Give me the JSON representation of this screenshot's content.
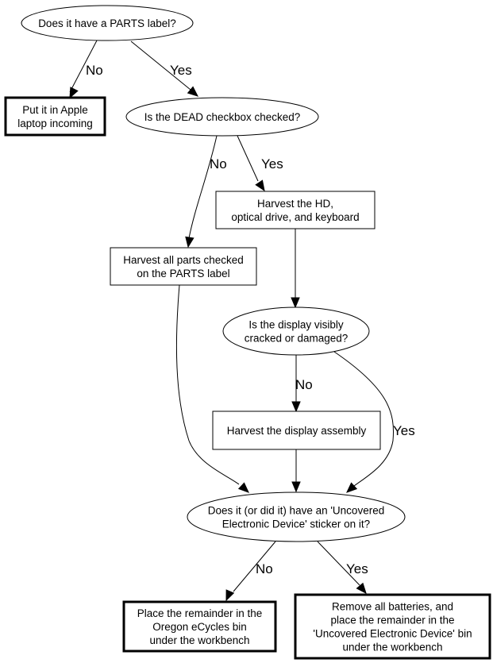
{
  "diagram": {
    "type": "flowchart",
    "nodes": [
      {
        "id": "q_parts_label",
        "shape": "ellipse",
        "lines": [
          "Does it have a PARTS label?"
        ]
      },
      {
        "id": "apple_incoming",
        "shape": "box-bold",
        "lines": [
          "Put it in Apple",
          "laptop incoming"
        ]
      },
      {
        "id": "q_dead_checkbox",
        "shape": "ellipse",
        "lines": [
          "Is the DEAD checkbox checked?"
        ]
      },
      {
        "id": "harvest_hd",
        "shape": "box",
        "lines": [
          "Harvest the HD,",
          "optical drive, and keyboard"
        ]
      },
      {
        "id": "harvest_parts",
        "shape": "box",
        "lines": [
          "Harvest all parts checked",
          "on the PARTS label"
        ]
      },
      {
        "id": "q_display",
        "shape": "ellipse",
        "lines": [
          "Is the display visibly",
          "cracked or damaged?"
        ]
      },
      {
        "id": "harvest_display",
        "shape": "box",
        "lines": [
          "Harvest the display assembly"
        ]
      },
      {
        "id": "q_sticker",
        "shape": "ellipse",
        "lines": [
          "Does it (or did it) have an 'Uncovered",
          "Electronic Device' sticker on it?"
        ]
      },
      {
        "id": "oregon_bin",
        "shape": "box-bold",
        "lines": [
          "Place the remainder in the",
          "Oregon eCycles bin",
          "under the workbench"
        ]
      },
      {
        "id": "ued_bin",
        "shape": "box-bold",
        "lines": [
          "Remove all batteries, and",
          "place the remainder in the",
          "'Uncovered Electronic Device' bin",
          "under the workbench"
        ]
      }
    ],
    "edges": [
      {
        "from": "q_parts_label",
        "to": "apple_incoming",
        "label": "No"
      },
      {
        "from": "q_parts_label",
        "to": "q_dead_checkbox",
        "label": "Yes"
      },
      {
        "from": "q_dead_checkbox",
        "to": "harvest_parts",
        "label": "No"
      },
      {
        "from": "q_dead_checkbox",
        "to": "harvest_hd",
        "label": "Yes"
      },
      {
        "from": "harvest_hd",
        "to": "q_display",
        "label": ""
      },
      {
        "from": "q_display",
        "to": "harvest_display",
        "label": "No"
      },
      {
        "from": "q_display",
        "to": "q_sticker",
        "label": "Yes"
      },
      {
        "from": "harvest_parts",
        "to": "q_sticker",
        "label": ""
      },
      {
        "from": "harvest_display",
        "to": "q_sticker",
        "label": ""
      },
      {
        "from": "q_sticker",
        "to": "oregon_bin",
        "label": "No"
      },
      {
        "from": "q_sticker",
        "to": "ued_bin",
        "label": "Yes"
      }
    ]
  }
}
